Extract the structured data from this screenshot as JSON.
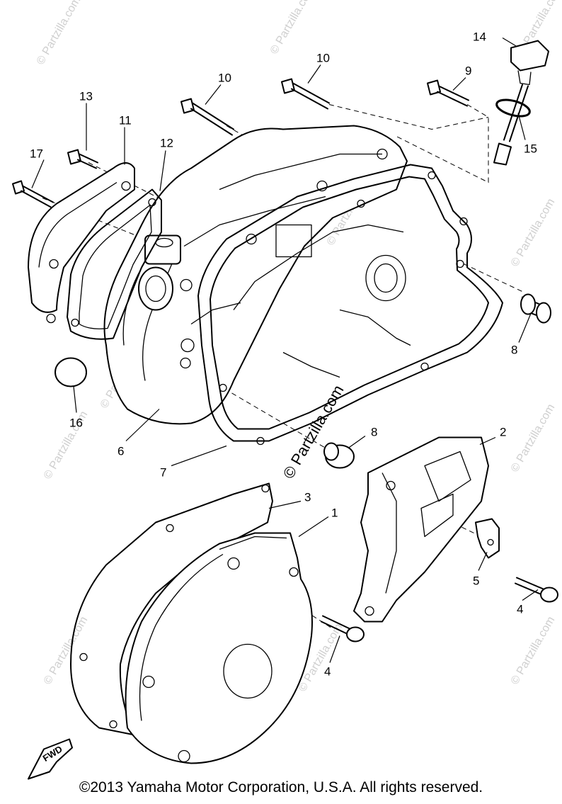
{
  "diagram": {
    "callouts": {
      "c1": "1",
      "c2": "2",
      "c3": "3",
      "c4a": "4",
      "c4b": "4",
      "c5": "5",
      "c6": "6",
      "c7": "7",
      "c8a": "8",
      "c8b": "8",
      "c9": "9",
      "c10a": "10",
      "c10b": "10",
      "c11": "11",
      "c12": "12",
      "c13": "13",
      "c14": "14",
      "c15": "15",
      "c16": "16",
      "c17": "17"
    },
    "fwd_label": "FWD",
    "watermark": "© Partzilla.com",
    "watermark_large": "© Partzilla.com"
  },
  "footer": {
    "copyright": "©2013 Yamaha Motor Corporation, U.S.A. All rights reserved."
  }
}
